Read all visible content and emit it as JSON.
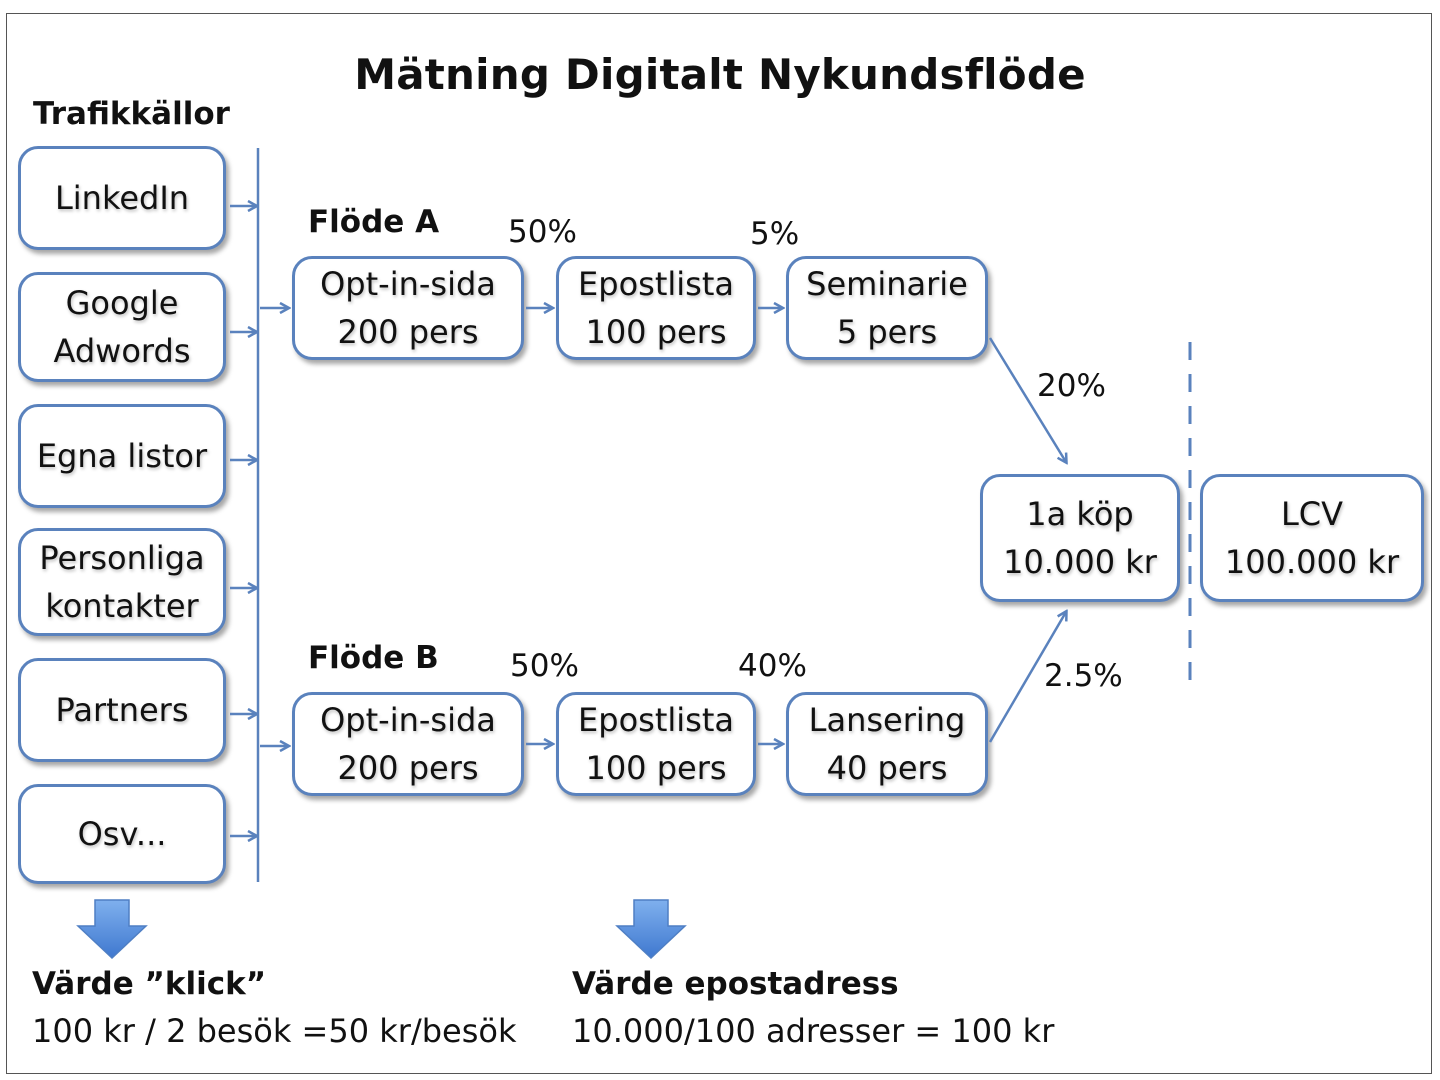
{
  "title": "Mätning Digitalt Nykundsflöde",
  "sources": {
    "heading": "Trafikkällor",
    "items": [
      {
        "line1": "LinkedIn",
        "line2": ""
      },
      {
        "line1": "Google",
        "line2": "Adwords"
      },
      {
        "line1": "Egna listor",
        "line2": ""
      },
      {
        "line1": "Personliga",
        "line2": "kontakter"
      },
      {
        "line1": "Partners",
        "line2": ""
      },
      {
        "line1": "Osv...",
        "line2": ""
      }
    ]
  },
  "flow_a": {
    "label": "Flöde A",
    "steps": [
      {
        "line1": "Opt-in-sida",
        "line2": "200 pers"
      },
      {
        "line1": "Epostlista",
        "line2": "100 pers"
      },
      {
        "line1": "Seminarie",
        "line2": "5 pers"
      }
    ],
    "rates": [
      "50%",
      "5%",
      "20%"
    ]
  },
  "flow_b": {
    "label": "Flöde B",
    "steps": [
      {
        "line1": "Opt-in-sida",
        "line2": "200 pers"
      },
      {
        "line1": "Epostlista",
        "line2": "100 pers"
      },
      {
        "line1": "Lansering",
        "line2": "40 pers"
      }
    ],
    "rates": [
      "50%",
      "40%",
      "2.5%"
    ]
  },
  "purchase": {
    "line1": "1a köp",
    "line2": "10.000 kr"
  },
  "lcv": {
    "line1": "LCV",
    "line2": "100.000 kr"
  },
  "value_click": {
    "heading": "Värde ”klick”",
    "text": "100 kr / 2 besök =50 kr/besök"
  },
  "value_email": {
    "heading": "Värde epostadress",
    "text": "10.000/100 adresser = 100 kr"
  },
  "colors": {
    "accent": "#5a82bd",
    "arrow_fill": "#4a86d8"
  }
}
